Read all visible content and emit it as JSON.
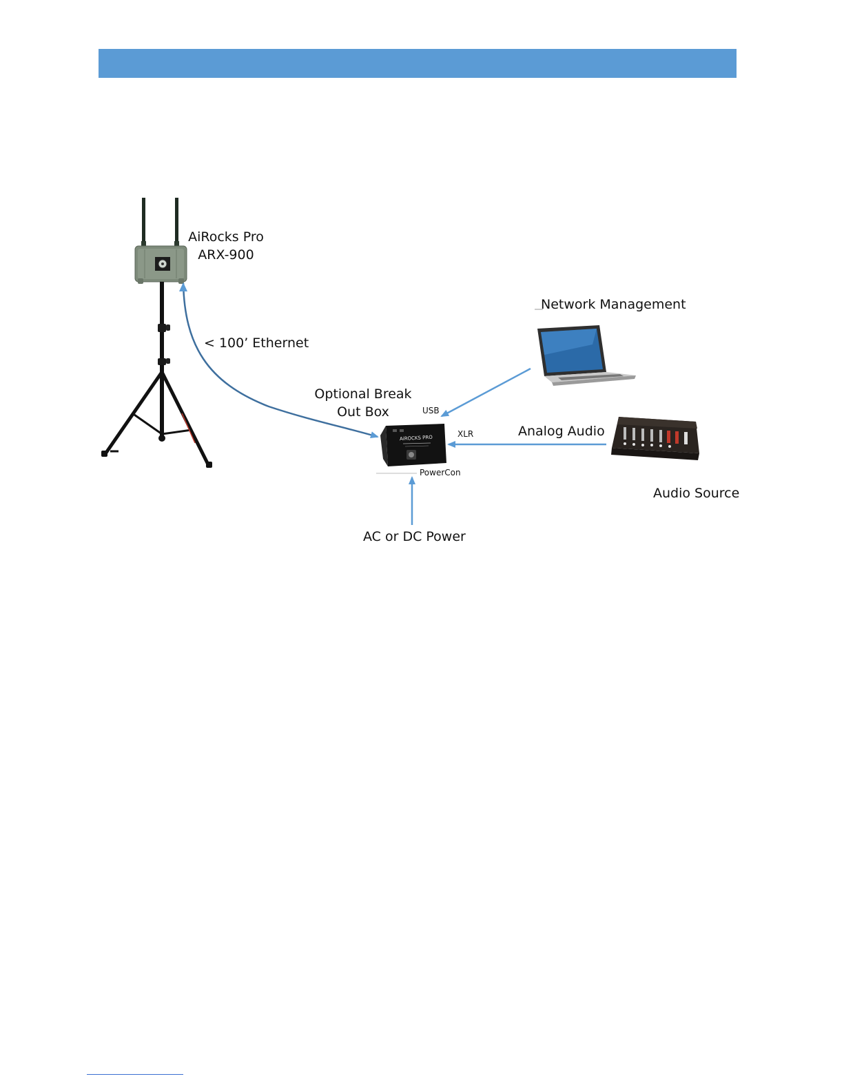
{
  "diagram": {
    "colors": {
      "header": "#5b9bd5",
      "arrow": "#5b9bd5",
      "cable": "#3e6f9e"
    },
    "device_label": {
      "line1": "AiRocks Pro",
      "line2": "ARX-900"
    },
    "cable_label": "< 100’ Ethernet",
    "breakout_label": {
      "line1": "Optional Break",
      "line2": "Out Box"
    },
    "breakout_brand": "AiROCKS PRO",
    "ports": {
      "usb": "USB",
      "xlr": "XLR",
      "powercon": "PowerCon"
    },
    "network_label": "Network Management",
    "analog_label": "Analog Audio",
    "audio_source_label": "Audio Source",
    "power_label": "AC or DC Power",
    "icons": [
      "tripod-transmitter-icon",
      "laptop-icon",
      "audio-mixer-icon",
      "breakout-box-icon"
    ]
  }
}
